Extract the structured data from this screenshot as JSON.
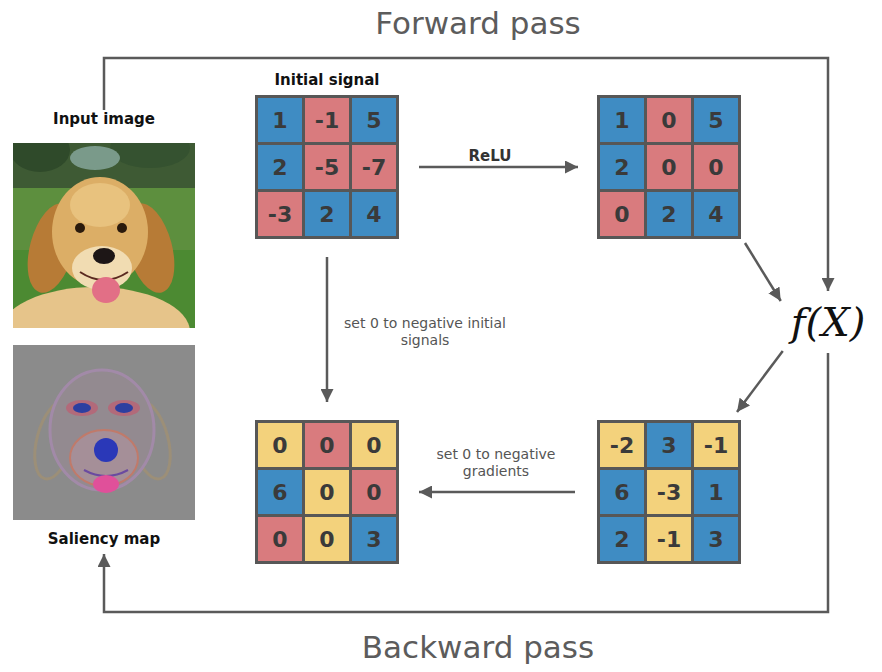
{
  "diagram": {
    "nodes": [
      {
        "text": [
          "Input image"
        ]
      },
      {
        "text": [
          "Initial signal",
          "1",
          "-1",
          "5",
          "2",
          "-5",
          "-7",
          "-3",
          "2",
          "4"
        ]
      },
      {
        "text": [
          "1",
          "0",
          "5",
          "2",
          "0",
          "0",
          "0",
          "2",
          "4"
        ]
      },
      {
        "text": [
          "f(X)"
        ]
      },
      {
        "text": [
          "Saliency map"
        ]
      },
      {
        "text": [
          "0",
          "0",
          "0",
          "6",
          "0",
          "0",
          "0",
          "0",
          "3"
        ]
      },
      {
        "text": [
          "-2",
          "3",
          "-1",
          "6",
          "-3",
          "1",
          "2",
          "-1",
          "3"
        ]
      }
    ],
    "edges": [
      {
        "from": 1,
        "to": 2,
        "label": "ReLU",
        "arrow": "to"
      },
      {
        "from": 2,
        "to": 3,
        "arrow": "to"
      },
      {
        "from": 0,
        "to": 3,
        "label": "Forward pass",
        "arrow": "to"
      },
      {
        "from": 1,
        "to": 5,
        "label": "set 0 to negative initial signals",
        "arrow": "to"
      },
      {
        "from": 3,
        "to": 6,
        "arrow": "to"
      },
      {
        "from": 6,
        "to": 5,
        "label": "set 0 to negative gradients",
        "arrow": "to"
      },
      {
        "from": 3,
        "to": 4,
        "label": "Backward pass",
        "arrow": "to"
      }
    ]
  }
}
